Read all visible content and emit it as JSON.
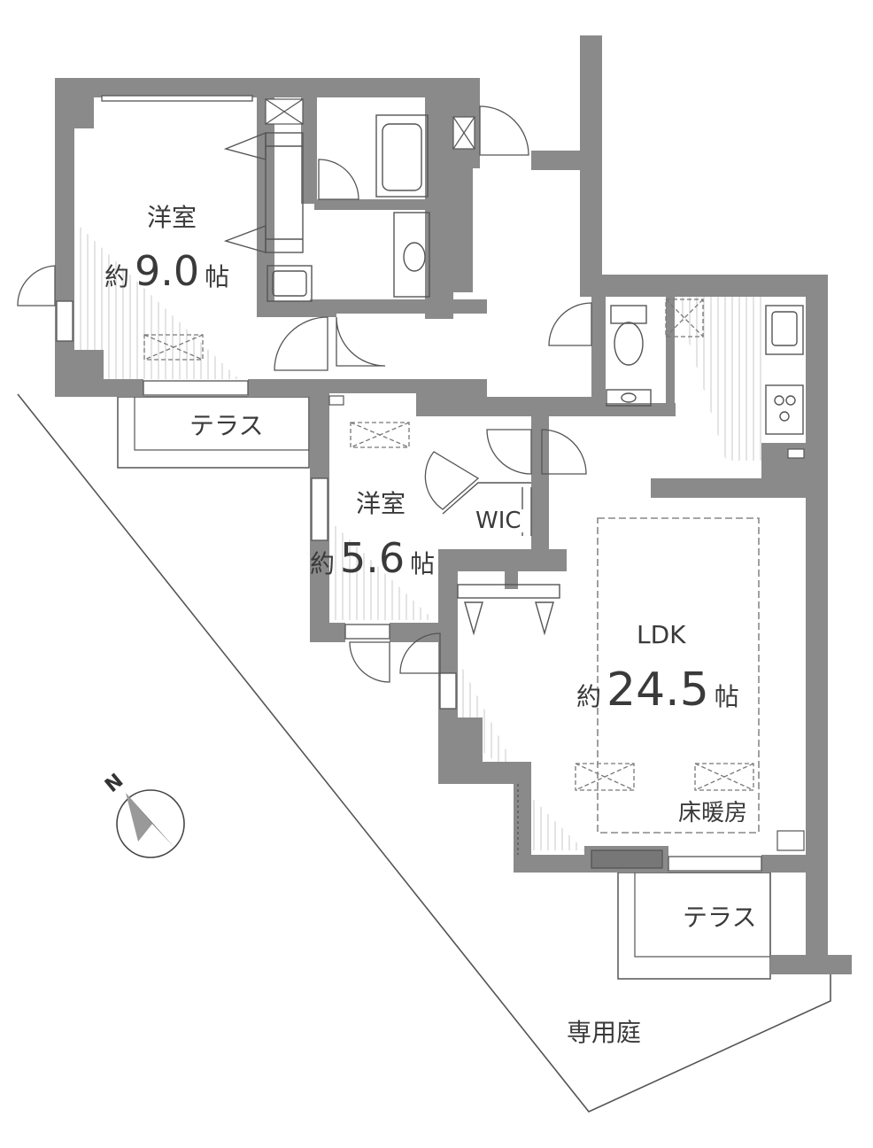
{
  "rooms": {
    "western_room_1": {
      "name": "洋室",
      "prefix": "約",
      "size": "9.0",
      "unit": "帖"
    },
    "western_room_2": {
      "name": "洋室",
      "prefix": "約",
      "size": "5.6",
      "unit": "帖"
    },
    "ldk": {
      "name": "LDK",
      "prefix": "約",
      "size": "24.5",
      "unit": "帖",
      "note": "床暖房"
    },
    "wic": {
      "name": "WIC"
    }
  },
  "outdoor": {
    "terrace_upper": "テラス",
    "terrace_lower": "テラス",
    "private_garden": "専用庭"
  },
  "compass": {
    "label": "N"
  },
  "colors": {
    "wall": "#8a8a8a",
    "line": "#555555",
    "background": "#ffffff",
    "text": "#3a3a3a"
  }
}
